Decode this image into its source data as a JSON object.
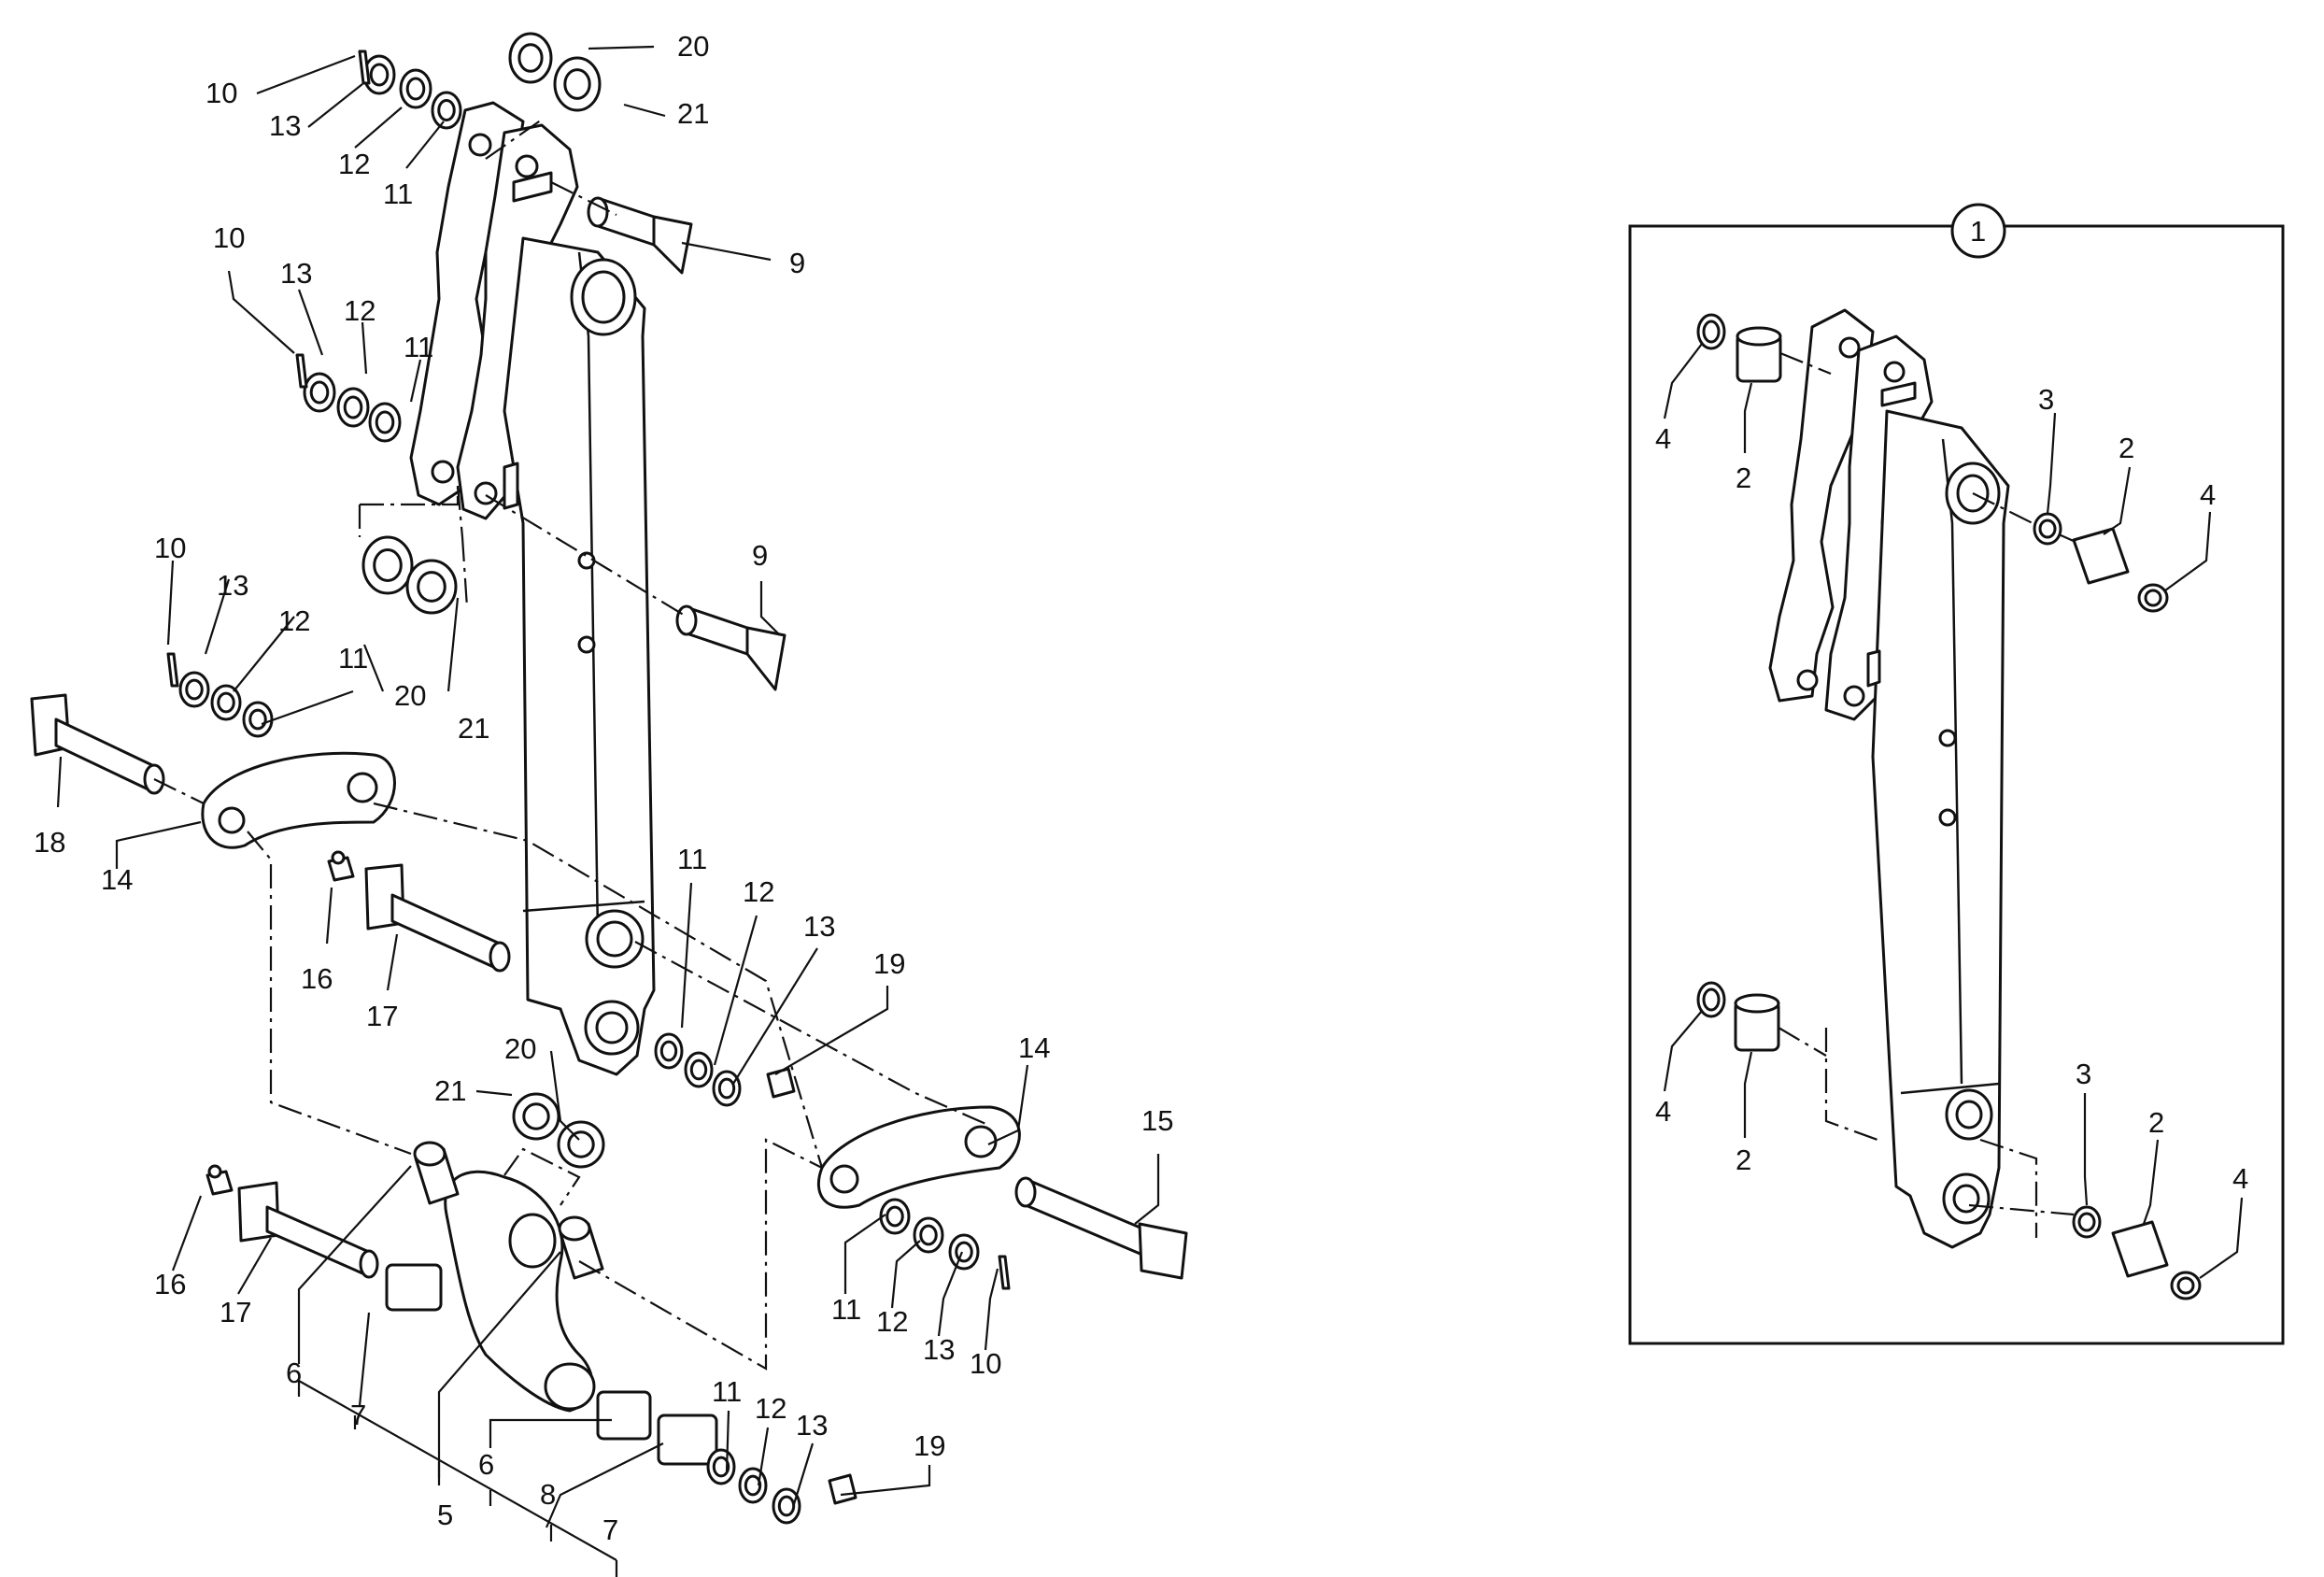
{
  "callouts": {
    "c_9a": "9",
    "c_9b": "9",
    "c_10a": "10",
    "c_10b": "10",
    "c_10c": "10",
    "c_10d": "10",
    "c_11a": "11",
    "c_11b": "11",
    "c_11c": "11",
    "c_11d": "11",
    "c_11e": "11",
    "c_11f": "11",
    "c_12a": "12",
    "c_12b": "12",
    "c_12c": "12",
    "c_12d": "12",
    "c_12e": "12",
    "c_12f": "12",
    "c_13a": "13",
    "c_13b": "13",
    "c_13c": "13",
    "c_13d": "13",
    "c_13e": "13",
    "c_13f": "13",
    "c_14a": "14",
    "c_14b": "14",
    "c_15": "15",
    "c_16a": "16",
    "c_16b": "16",
    "c_17a": "17",
    "c_17b": "17",
    "c_18": "18",
    "c_19a": "19",
    "c_19b": "19",
    "c_20a": "20",
    "c_20b": "20",
    "c_20c": "20",
    "c_21a": "21",
    "c_21b": "21",
    "c_21c": "21",
    "c_5": "5",
    "c_6a": "6",
    "c_6b": "6",
    "c_7a": "7",
    "c_7b": "7",
    "c_8": "8"
  },
  "inset": {
    "badge": "1",
    "c_2a": "2",
    "c_2b": "2",
    "c_2c": "2",
    "c_2d": "2",
    "c_3a": "3",
    "c_3b": "3",
    "c_4a": "4",
    "c_4b": "4",
    "c_4c": "4",
    "c_4d": "4"
  }
}
